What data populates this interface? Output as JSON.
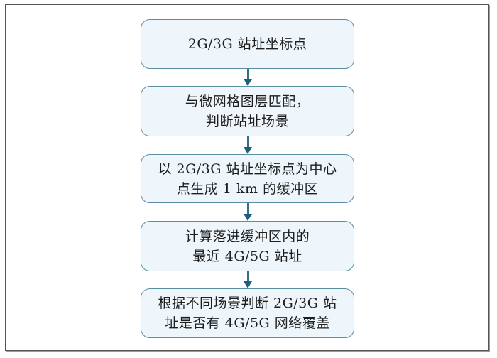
{
  "diagram": {
    "type": "flowchart",
    "direction": "top-to-bottom",
    "colors": {
      "node_fill": "#eef6fb",
      "node_border": "#5a8fa3",
      "arrow": "#1d5f78",
      "frame_border": "#555555",
      "text": "#1e1e1e"
    },
    "nodes": [
      {
        "id": "step1",
        "lines": [
          "2G/3G 站址坐标点"
        ]
      },
      {
        "id": "step2",
        "lines": [
          "与微网格图层匹配，",
          "判断站址场景"
        ]
      },
      {
        "id": "step3",
        "lines": [
          "以 2G/3G 站址坐标点为中心",
          "点生成 1 km 的缓冲区"
        ]
      },
      {
        "id": "step4",
        "lines": [
          "计算落进缓冲区内的",
          "最近 4G/5G 站址"
        ]
      },
      {
        "id": "step5",
        "lines": [
          "根据不同场景判断 2G/3G 站",
          "址是否有 4G/5G 网络覆盖"
        ]
      }
    ],
    "edges": [
      {
        "from": "step1",
        "to": "step2"
      },
      {
        "from": "step2",
        "to": "step3"
      },
      {
        "from": "step3",
        "to": "step4"
      },
      {
        "from": "step4",
        "to": "step5"
      }
    ]
  }
}
